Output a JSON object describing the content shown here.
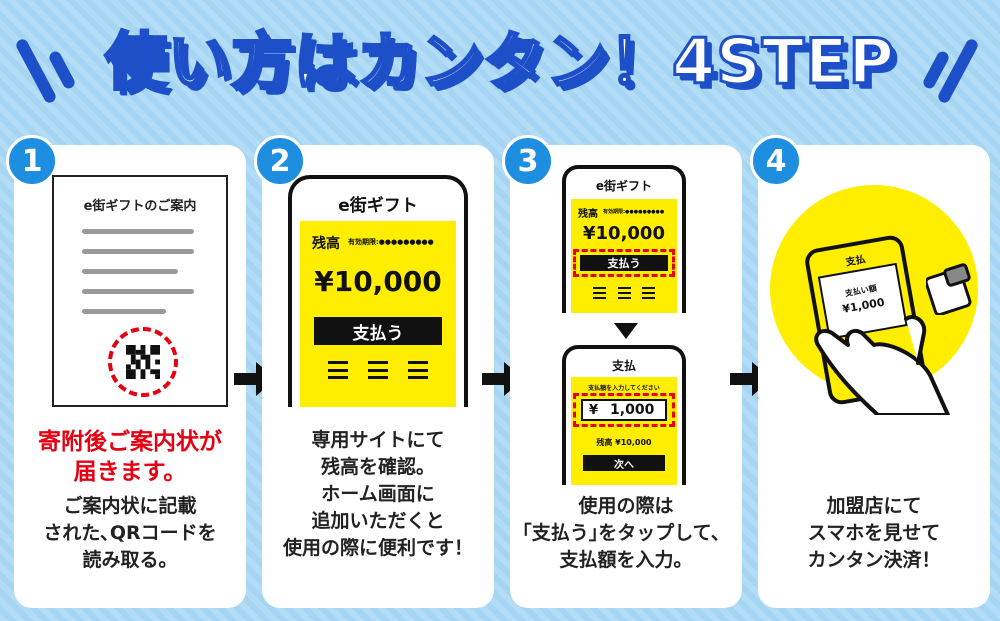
{
  "title": "使い方はカンタン！4STEP",
  "colors": {
    "accent_blue": "#1e8fe0",
    "title_blue": "#1d4fc8",
    "highlight_red": "#e60012",
    "screen_yellow": "#ffee00"
  },
  "steps": [
    {
      "number": "1",
      "illustration": {
        "doc_title": "e街ギフトのご案内"
      },
      "caption_highlight": [
        "寄附後ご案内状が",
        "届きます。"
      ],
      "caption": [
        "ご案内状に記載",
        "された､QRコードを",
        "読み取る。"
      ]
    },
    {
      "number": "2",
      "illustration": {
        "app_title": "e街ギフト",
        "balance_label": "残高",
        "expiry_label": "有効期限:●●●●●●●●●",
        "amount": "¥10,000",
        "pay_button": "支払う"
      },
      "caption": [
        "専用サイトにて",
        "残高を確認。",
        "ホーム画面に",
        "追加いただくと",
        "使用の際に便利です！"
      ]
    },
    {
      "number": "3",
      "illustration": {
        "top": {
          "app_title": "e街ギフト",
          "balance_label": "残高",
          "expiry_label": "有効期限:●●●●●●●●●",
          "amount": "¥10,000",
          "pay_button": "支払う"
        },
        "bottom": {
          "screen_title": "支払",
          "prompt": "支払額を入力してください",
          "input_currency": "¥",
          "input_value": "1,000",
          "balance_text": "残高 ¥10,000",
          "next_button": "次へ"
        }
      },
      "caption": [
        "使用の際は",
        "｢支払う｣をタップして、",
        "支払額を入力。"
      ]
    },
    {
      "number": "4",
      "illustration": {
        "screen_title": "支払",
        "paid_label": "支払い額",
        "paid_amount": "¥1,000"
      },
      "caption": [
        "加盟店にて",
        "スマホを見せて",
        "カンタン決済！"
      ]
    }
  ]
}
